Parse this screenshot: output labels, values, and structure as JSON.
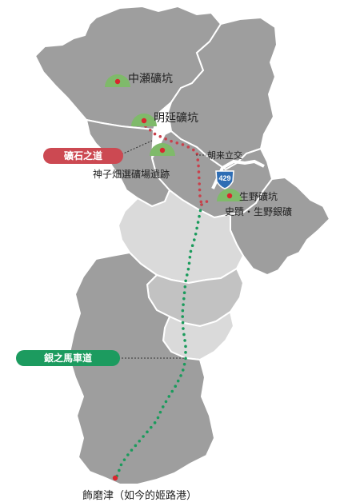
{
  "colors": {
    "region_dark": "#9e9e9e",
    "region_mid": "#c2c2c2",
    "region_light": "#dadada",
    "border": "#ffffff",
    "mine_dome": "#7fba6a",
    "mine_dot": "#d9262e",
    "red_route": "#c9414c",
    "green_route": "#1a9b5c",
    "pill_red": "#cc4952",
    "pill_green": "#1c9b5f",
    "shield": "#2e6db4"
  },
  "mines": [
    {
      "id": "nakaze",
      "label": "中瀬礦坑"
    },
    {
      "id": "akenobe",
      "label": "明延礦坑"
    },
    {
      "id": "mikobata",
      "label": "神子畑選礦場遺跡"
    },
    {
      "id": "ikuno",
      "label": "生野礦坑"
    }
  ],
  "ikuno_sublabel": "史蹟・生野銀礦",
  "interchange_label": "朝来立交",
  "road_shield": {
    "number": "429",
    "icon": "route-shield-icon"
  },
  "routes": {
    "red": {
      "label": "礦石之道"
    },
    "green": {
      "label": "銀之馬車道"
    }
  },
  "port_label": "飾磨津（如今的姬路港）"
}
